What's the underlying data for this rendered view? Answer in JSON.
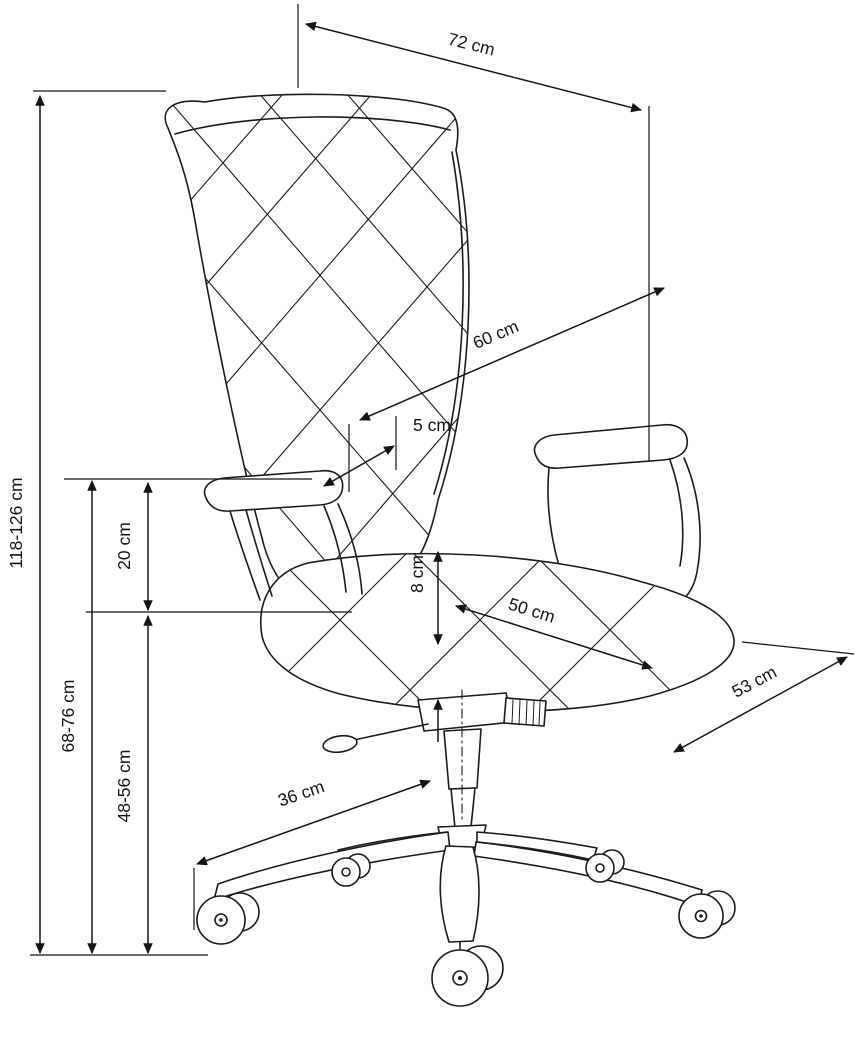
{
  "diagram": {
    "subject": "Office chair technical dimension drawing",
    "background_color": "#ffffff",
    "line_color": "#1c1c1c",
    "dims": {
      "top_width": "72 cm",
      "overall_height": "118-126 cm",
      "backrest_length": "60 cm",
      "armrest_offset": "5 cm",
      "armrest_over_seat": "20 cm",
      "seat_thickness": "8 cm",
      "seat_width": "50 cm",
      "armrest_floor_height": "68-76 cm",
      "seat_floor_height": "48-56 cm",
      "seat_depth": "53 cm",
      "base_leg_length": "36 cm"
    }
  }
}
